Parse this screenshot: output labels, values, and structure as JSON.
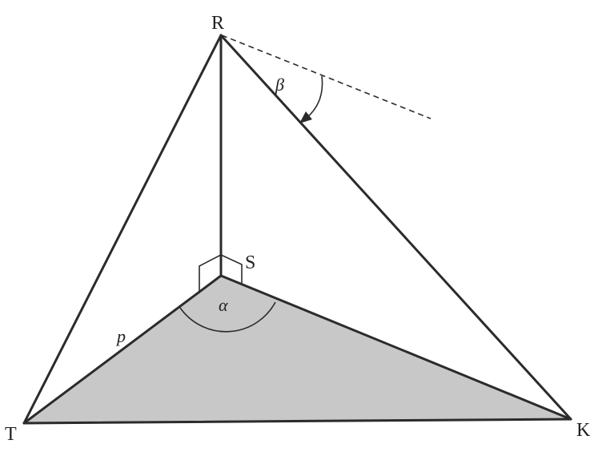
{
  "points": {
    "R": "R",
    "S": "S",
    "T": "T",
    "K": "K"
  },
  "angles": {
    "alpha": "α",
    "beta": "β"
  },
  "segments": {
    "p": "p"
  },
  "colors": {
    "base_fill": "#c8c8c8",
    "line": "#2b2b2b",
    "background": "#ffffff"
  }
}
